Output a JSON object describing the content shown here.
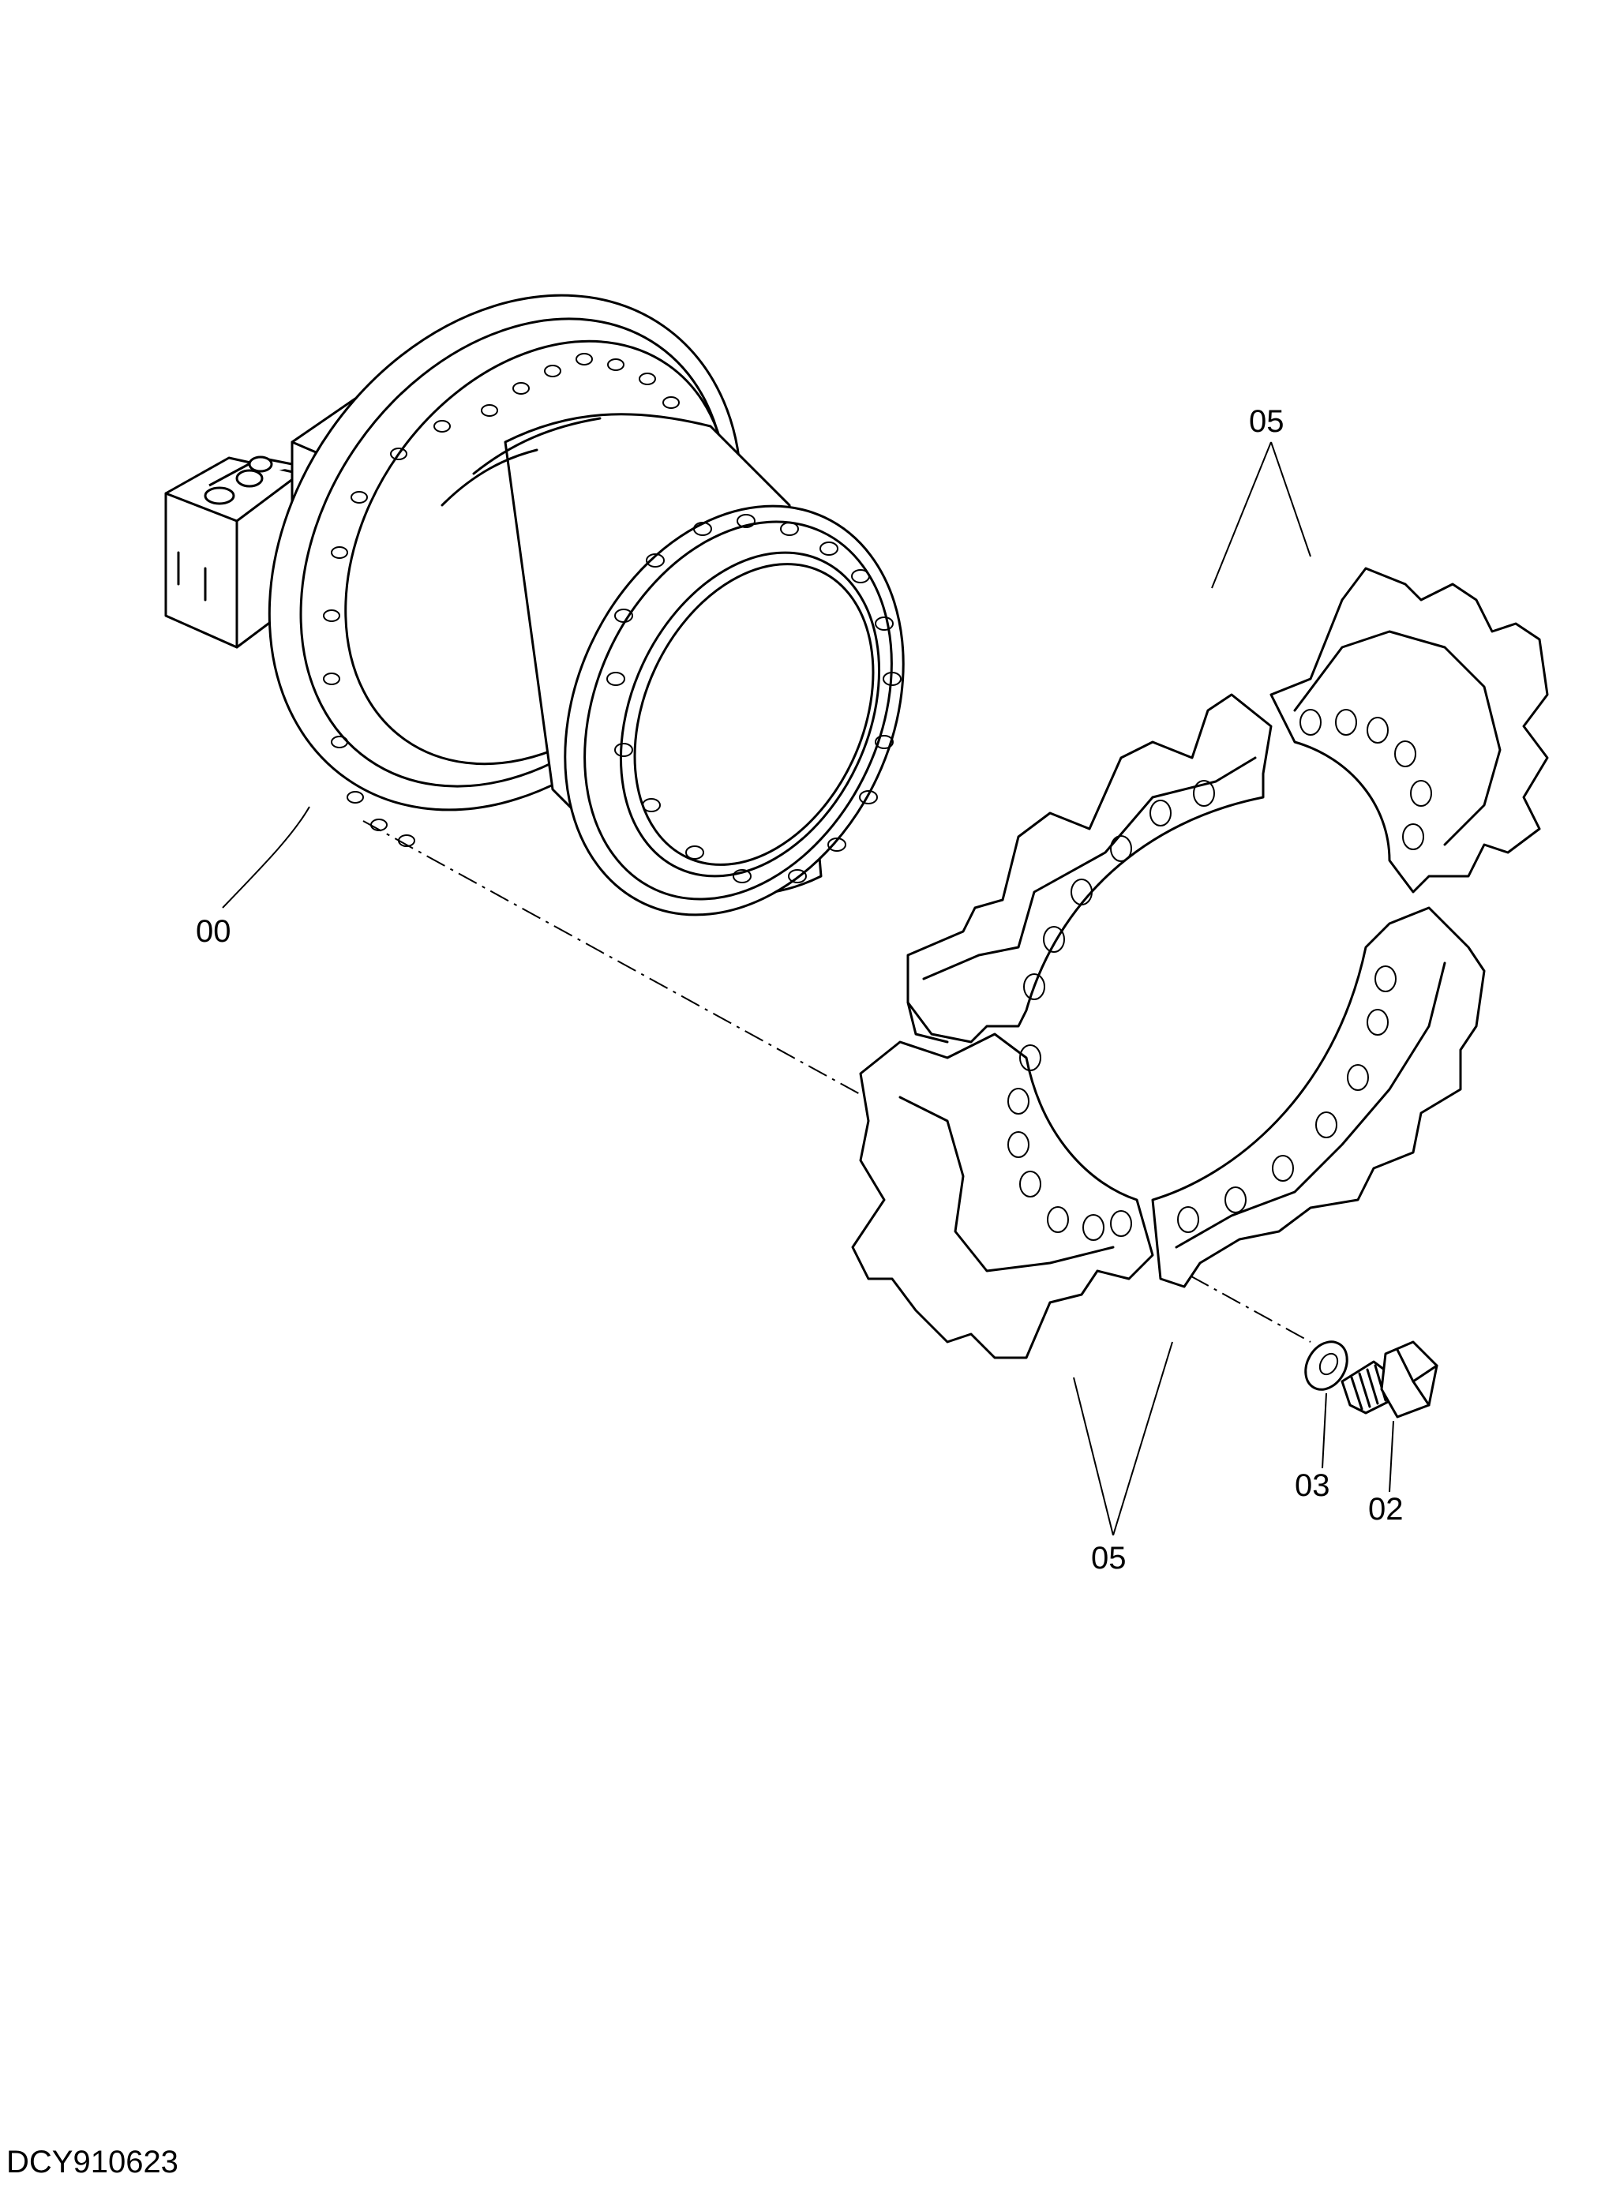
{
  "drawing_code": "DCY910623",
  "callouts": {
    "travel_device": "00",
    "sprocket_top": "05",
    "sprocket_bottom": "05",
    "washer": "03",
    "bolt": "02"
  }
}
